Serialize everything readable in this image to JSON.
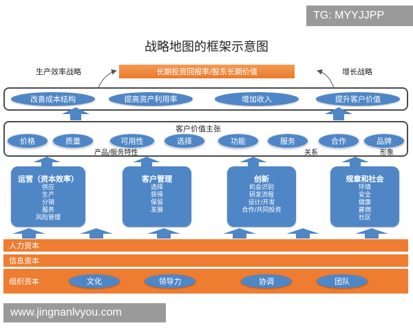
{
  "watermark_top": "TG: MYYJJPP",
  "watermark_bottom": "www.jingnanlvyou.com",
  "title": "战略地图的框架示意图",
  "top": {
    "left_label": "生产效率战略",
    "right_label": "增长战略",
    "goal": "长期投资回报率/股东长期价值"
  },
  "financial": [
    "改善成本结构",
    "提高资产利用率",
    "增加收入",
    "提升客户价值"
  ],
  "customer": {
    "title": "客户价值主张",
    "attributes": [
      "价格",
      "质量",
      "可用性",
      "选择",
      "功能",
      "服务",
      "合作",
      "品牌"
    ],
    "group_labels": [
      "产品/服务特性",
      "关系",
      "形象"
    ]
  },
  "processes": [
    {
      "title": "运营（资本效率）",
      "items": [
        "供应",
        "生产",
        "分销",
        "服务",
        "风险管理"
      ]
    },
    {
      "title": "客户管理",
      "items": [
        "选择",
        "获得",
        "保留",
        "发展"
      ]
    },
    {
      "title": "创新",
      "items": [
        "机会识别",
        "研发流程",
        "设计/开发",
        "合作/共同投资"
      ]
    },
    {
      "title": "规章和社会",
      "items": [
        "环境",
        "安全",
        "健康",
        "雇佣",
        "社区"
      ]
    }
  ],
  "capital": {
    "human": "人力资本",
    "information": "信息资本",
    "organization": "组织资本",
    "org_items": [
      "文化",
      "领导力",
      "协调",
      "团队"
    ]
  },
  "colors": {
    "accent_orange": "#ee7c31",
    "pill_blue": "#4f86c6",
    "frame": "#4a4a4a"
  }
}
